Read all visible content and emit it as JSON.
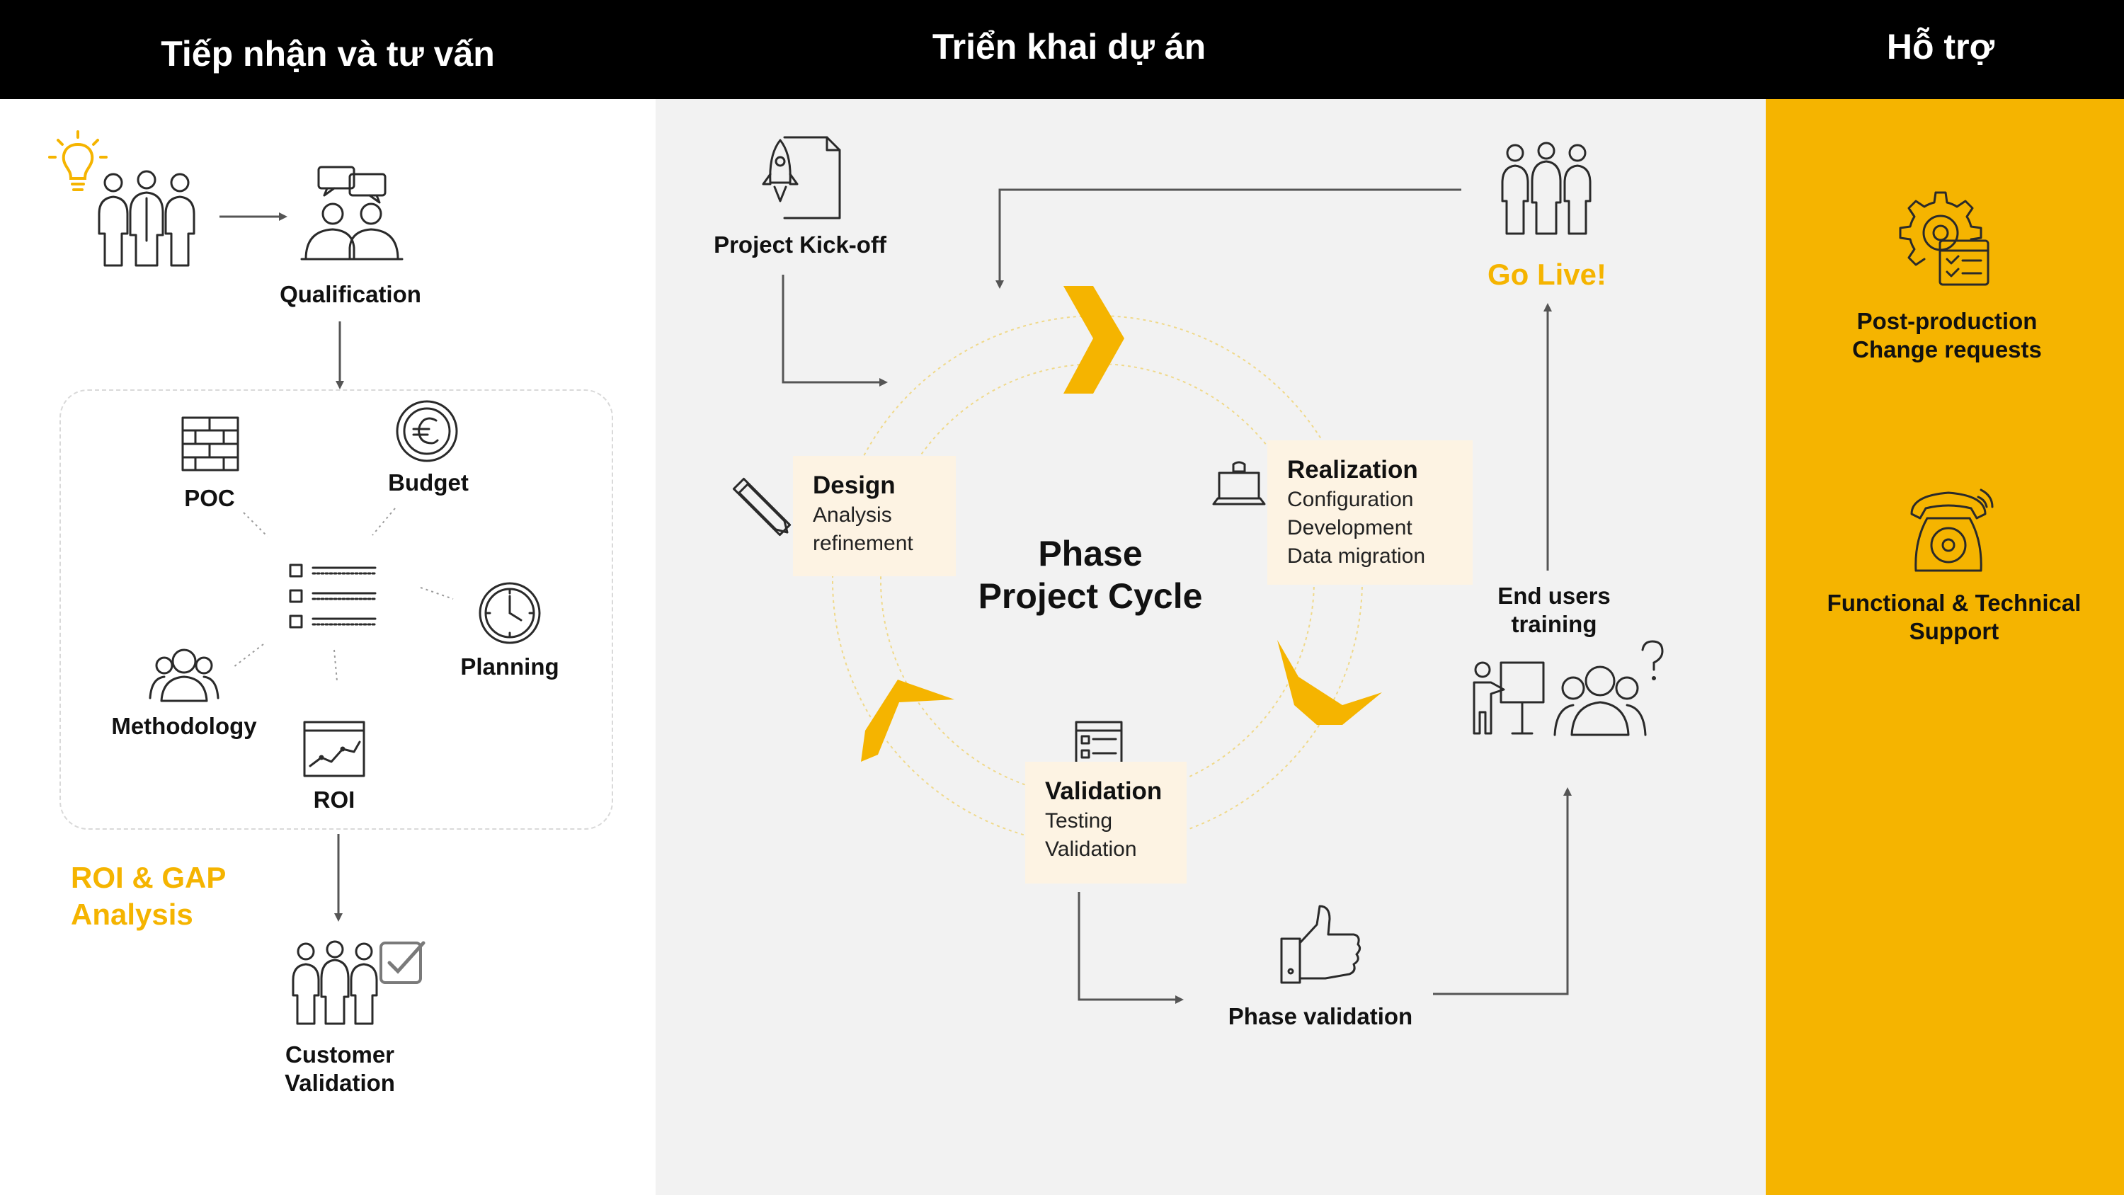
{
  "headers": {
    "left": "Tiếp nhận và tư vấn",
    "middle": "Triển khai dự án",
    "right": "Hỗ trợ"
  },
  "left": {
    "qualification": "Qualification",
    "poc": "POC",
    "budget": "Budget",
    "planning": "Planning",
    "methodology": "Methodology",
    "roi": "ROI",
    "roi_gap": "ROI & GAP\nAnalysis",
    "customer_validation": "Customer\nValidation"
  },
  "middle": {
    "kickoff": "Project Kick-off",
    "go_live": "Go Live!",
    "cycle_title": "Phase\nProject Cycle",
    "design": {
      "title": "Design",
      "sub": "Analysis\nrefinement"
    },
    "realization": {
      "title": "Realization",
      "sub": "Configuration\nDevelopment\nData migration"
    },
    "validation": {
      "title": "Validation",
      "sub": "Testing\nValidation"
    },
    "end_users": "End users\ntraining",
    "phase_validation": "Phase validation"
  },
  "right": {
    "post_production": "Post-production\nChange requests",
    "support": "Functional & Technical\nSupport"
  },
  "colors": {
    "accent": "#f5b400",
    "header_bg": "#000000",
    "middle_bg": "#f2f2f2",
    "card_bg": "#fdf3e3"
  },
  "icons": [
    "lightbulb-icon",
    "people-icon",
    "meeting-icon",
    "bricks-icon",
    "euro-coin-icon",
    "checklist-icon",
    "clock-icon",
    "team-icon",
    "chart-icon",
    "check-box-icon",
    "rocket-document-icon",
    "pencil-ruler-icon",
    "laptop-icon",
    "test-form-icon",
    "thumbs-up-icon",
    "presentation-icon",
    "question-icon",
    "gear-settings-icon",
    "telephone-icon"
  ]
}
